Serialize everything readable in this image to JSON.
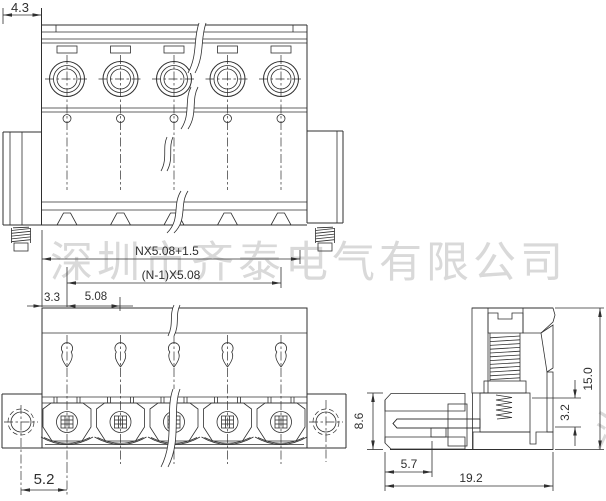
{
  "company_watermark": "深圳市齐泰电气有限公司",
  "watermark_fragment": "深",
  "colors": {
    "line": "#2f2f2f",
    "watermark": "#d9d9d9"
  },
  "dimensions": {
    "flange_width": "4.3",
    "length_formula": "NX5.08+1.5",
    "span_formula": "(N-1)X5.08",
    "edge_margin": "3.3",
    "pitch": "5.08",
    "mount_offset": "5.2",
    "plug_depth": "5.7",
    "total_depth": "19.2",
    "overall_height": "15.0",
    "pin_gap": "3.2",
    "socket_height": "8.6"
  }
}
